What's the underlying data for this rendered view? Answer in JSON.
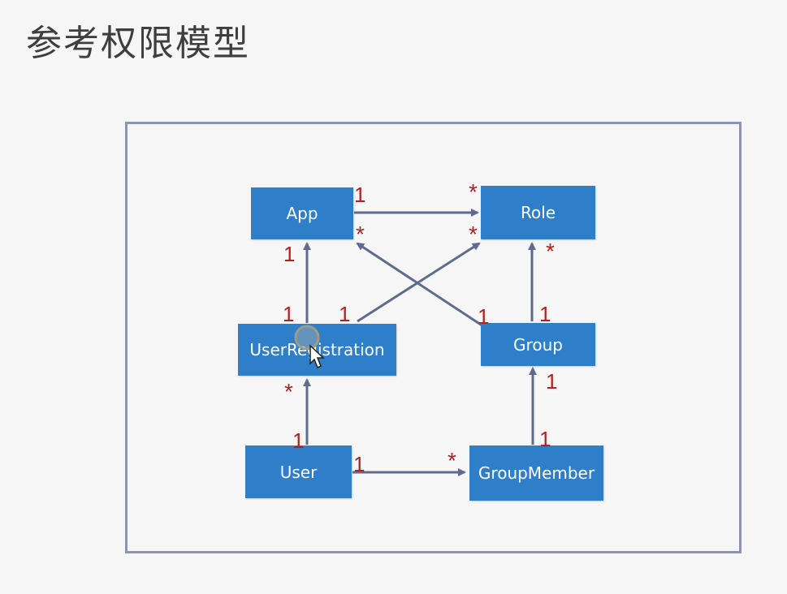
{
  "title": "参考权限模型",
  "diagram": {
    "nodes": {
      "app": "App",
      "role": "Role",
      "user_registration": "UserRegistration",
      "group": "Group",
      "user": "User",
      "group_member": "GroupMember"
    },
    "multiplicities": {
      "app_to_role_app": "1",
      "app_to_role_role": "*",
      "app_from_group": "*",
      "role_from_userreg": "*",
      "role_from_group": "*",
      "app_from_userreg": "1",
      "userreg_to_app": "1",
      "userreg_to_role": "1",
      "group_to_app": "1",
      "group_to_role": "1",
      "userreg_from_user": "*",
      "group_from_groupmember": "1",
      "user_to_userreg": "1",
      "user_to_groupmember": "1",
      "groupmember_from_user": "*",
      "groupmember_to_group": "1"
    },
    "colors": {
      "node_fill": "#2f7ec9",
      "node_text": "#ffffff",
      "edge": "#5f6b8c",
      "multiplicity": "#b02222",
      "frame": "#8d94b2"
    }
  }
}
